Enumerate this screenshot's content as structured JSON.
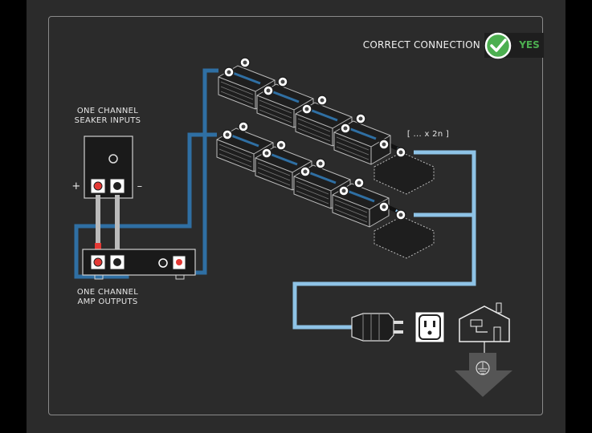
{
  "status": {
    "title": "CORRECT CONNECTION",
    "value": "YES",
    "check_icon": "checkmark-icon",
    "accent_color": "#4caf50"
  },
  "speaker_inputs": {
    "label_line1": "ONE CHANNEL",
    "label_line2": "SEAKER INPUTS",
    "plus": "+",
    "minus": "–"
  },
  "amp_outputs": {
    "label_line1": "ONE CHANNEL",
    "label_line2": "AMP OUTPUTS"
  },
  "multiplier_label": "[ ... x 2n ]",
  "colors": {
    "wire_dark": "#2f6fa3",
    "wire_light": "#8ec3e6",
    "terminal_red": "#e53935",
    "ground_arrow": "#555555"
  },
  "icons": [
    "checkmark-icon",
    "plug-icon",
    "outlet-icon",
    "house-icon",
    "ground-icon",
    "arrow-down-icon"
  ]
}
